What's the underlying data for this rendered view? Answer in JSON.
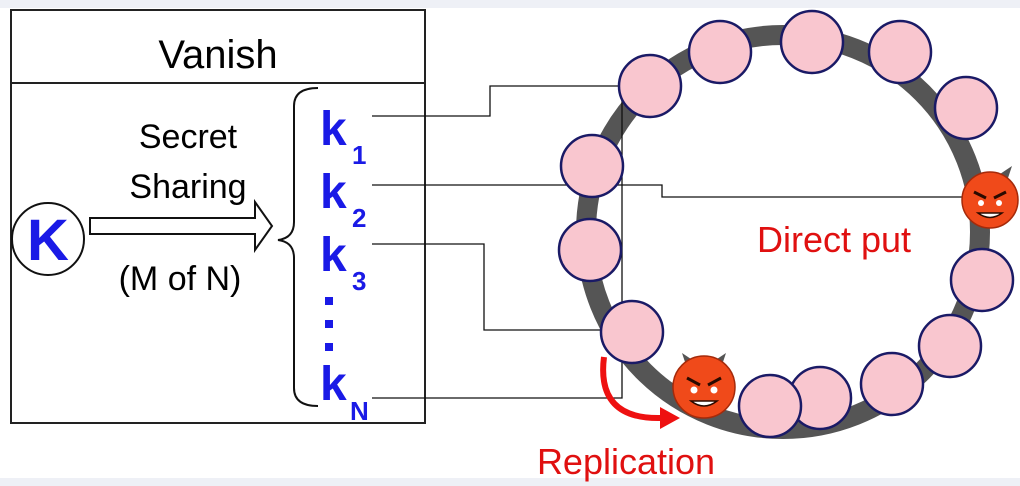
{
  "vanish_box": {
    "title": "Vanish",
    "secret_line1": "Secret",
    "secret_line2": "Sharing",
    "threshold": "(M of N)",
    "key_letter": "K"
  },
  "shares": [
    {
      "base": "k",
      "sub": "1"
    },
    {
      "base": "k",
      "sub": "2"
    },
    {
      "base": "k",
      "sub": "3"
    },
    {
      "base": "k",
      "sub": "N"
    }
  ],
  "labels": {
    "direct_put": "Direct put",
    "replication": "Replication"
  },
  "icons": {
    "attacker": "devil-face-icon",
    "node": "dht-node-icon"
  },
  "colors": {
    "key_blue": "#1a1ae6",
    "label_red": "#e01010",
    "node_fill": "#f9c6cf",
    "node_stroke": "#1a1a66",
    "ring": "#555555",
    "devil": "#f04a1a"
  }
}
